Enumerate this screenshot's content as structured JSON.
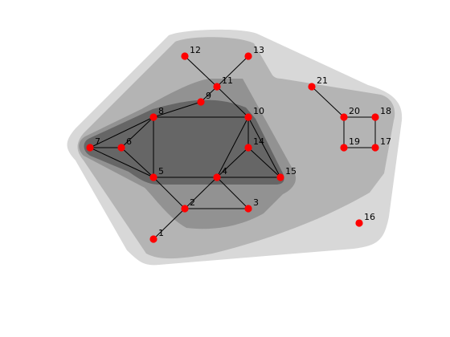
{
  "colors": {
    "background": "#ffffff",
    "layer_outer": "#d8d8d8",
    "layer_2": "#b4b4b4",
    "layer_3": "#929292",
    "layer_core": "#666666",
    "edge": "#000000",
    "node": "#ff0000",
    "label": "#000000"
  },
  "graph": {
    "nodes": [
      {
        "id": "1",
        "label": "1"
      },
      {
        "id": "2",
        "label": "2"
      },
      {
        "id": "3",
        "label": "3"
      },
      {
        "id": "4",
        "label": "4"
      },
      {
        "id": "5",
        "label": "5"
      },
      {
        "id": "6",
        "label": "6"
      },
      {
        "id": "7",
        "label": "7"
      },
      {
        "id": "8",
        "label": "8"
      },
      {
        "id": "9",
        "label": "9"
      },
      {
        "id": "10",
        "label": "10"
      },
      {
        "id": "11",
        "label": "11"
      },
      {
        "id": "12",
        "label": "12"
      },
      {
        "id": "13",
        "label": "13"
      },
      {
        "id": "14",
        "label": "14"
      },
      {
        "id": "15",
        "label": "15"
      },
      {
        "id": "16",
        "label": "16"
      },
      {
        "id": "17",
        "label": "17"
      },
      {
        "id": "18",
        "label": "18"
      },
      {
        "id": "19",
        "label": "19"
      },
      {
        "id": "20",
        "label": "20"
      },
      {
        "id": "21",
        "label": "21"
      }
    ],
    "edges": [
      [
        "1",
        "2"
      ],
      [
        "2",
        "3"
      ],
      [
        "2",
        "4"
      ],
      [
        "2",
        "5"
      ],
      [
        "3",
        "4"
      ],
      [
        "4",
        "5"
      ],
      [
        "4",
        "10"
      ],
      [
        "4",
        "14"
      ],
      [
        "4",
        "15"
      ],
      [
        "5",
        "6"
      ],
      [
        "5",
        "7"
      ],
      [
        "5",
        "8"
      ],
      [
        "5",
        "15"
      ],
      [
        "6",
        "7"
      ],
      [
        "6",
        "8"
      ],
      [
        "7",
        "8"
      ],
      [
        "8",
        "9"
      ],
      [
        "8",
        "10"
      ],
      [
        "9",
        "11"
      ],
      [
        "10",
        "11"
      ],
      [
        "10",
        "14"
      ],
      [
        "10",
        "15"
      ],
      [
        "11",
        "12"
      ],
      [
        "11",
        "13"
      ],
      [
        "14",
        "15"
      ],
      [
        "21",
        "20"
      ],
      [
        "20",
        "18"
      ],
      [
        "18",
        "17"
      ],
      [
        "17",
        "19"
      ],
      [
        "19",
        "20"
      ]
    ]
  }
}
